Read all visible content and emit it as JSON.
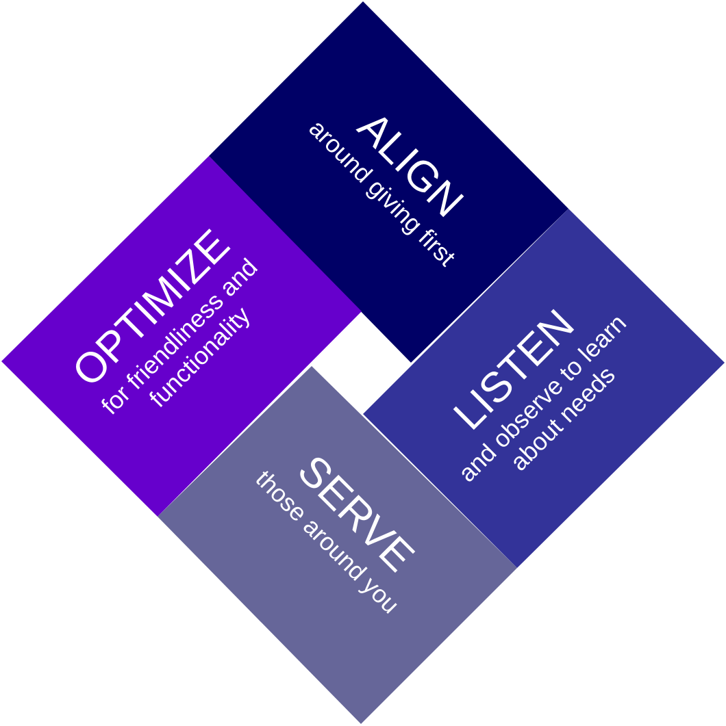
{
  "colors": {
    "align": "#000066",
    "listen": "#333399",
    "optimize": "#6600cc",
    "serve": "#666699",
    "text": "#ffffff"
  },
  "quadrants": {
    "align": {
      "title": "ALIGN",
      "lines": [
        "around giving first"
      ]
    },
    "listen": {
      "title": "LISTEN",
      "lines": [
        "and observe to learn",
        "about needs"
      ]
    },
    "optimize": {
      "title": "OPTIMIZE",
      "lines": [
        "for friendliness and",
        "functionality"
      ]
    },
    "serve": {
      "title": "SERVE",
      "lines": [
        "those around you"
      ]
    }
  }
}
